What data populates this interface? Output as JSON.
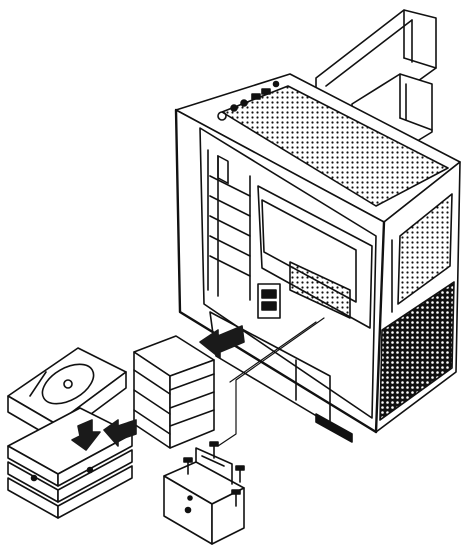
{
  "figure": {
    "kind": "line-art assembly diagram",
    "colors": {
      "ink": "#111111",
      "paper": "#ffffff",
      "arrow_fill": "#1a1a1a"
    },
    "parts": [
      "pc-case",
      "removed-side-panel",
      "removed-front-panel",
      "hdd-cage",
      "hard-drive",
      "drive-trays",
      "ssd-bracket",
      "mounting-screws"
    ],
    "steps": [
      {
        "arrow": "insert-hdd-into-cage"
      },
      {
        "arrow": "insert-tray-into-cage"
      },
      {
        "arrow": "push-cage-into-case"
      }
    ]
  }
}
